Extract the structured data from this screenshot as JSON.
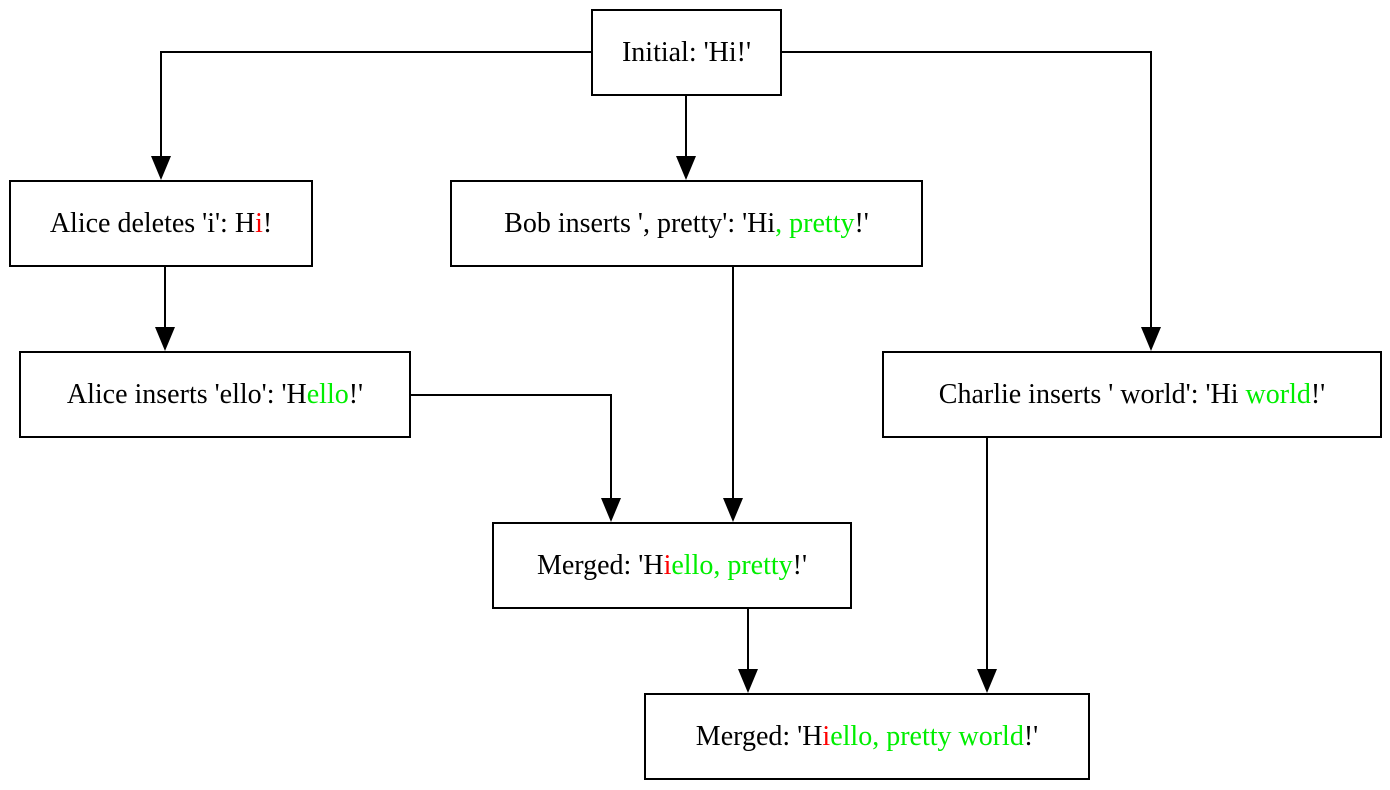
{
  "colors": {
    "border": "#000000",
    "text": "#000000",
    "deleted": "#ff0000",
    "inserted": "#00ee00",
    "background": "#ffffff"
  },
  "nodes": {
    "initial": {
      "segments": [
        {
          "text": "Initial: 'Hi!'",
          "style": "normal"
        }
      ]
    },
    "alice_delete": {
      "segments": [
        {
          "text": "Alice deletes 'i': H",
          "style": "normal"
        },
        {
          "text": "i",
          "style": "deleted"
        },
        {
          "text": "!",
          "style": "normal"
        }
      ]
    },
    "bob_insert": {
      "segments": [
        {
          "text": "Bob inserts ', pretty': 'Hi",
          "style": "normal"
        },
        {
          "text": ", pretty",
          "style": "inserted"
        },
        {
          "text": "!'",
          "style": "normal"
        }
      ]
    },
    "alice_insert": {
      "segments": [
        {
          "text": "Alice inserts 'ello': 'H",
          "style": "normal"
        },
        {
          "text": "ello",
          "style": "inserted"
        },
        {
          "text": "!'",
          "style": "normal"
        }
      ]
    },
    "charlie_insert": {
      "segments": [
        {
          "text": "Charlie inserts ' world': 'Hi ",
          "style": "normal"
        },
        {
          "text": "world",
          "style": "inserted"
        },
        {
          "text": "!'",
          "style": "normal"
        }
      ]
    },
    "merged_1": {
      "segments": [
        {
          "text": "Merged: 'H",
          "style": "normal"
        },
        {
          "text": "i",
          "style": "deleted"
        },
        {
          "text": "ello, pretty",
          "style": "inserted"
        },
        {
          "text": "!'",
          "style": "normal"
        }
      ]
    },
    "merged_2": {
      "segments": [
        {
          "text": "Merged: 'H",
          "style": "normal"
        },
        {
          "text": "i",
          "style": "deleted"
        },
        {
          "text": "ello, pretty world",
          "style": "inserted"
        },
        {
          "text": "!'",
          "style": "normal"
        }
      ]
    }
  },
  "edges": [
    {
      "from": "initial",
      "to": "alice_delete"
    },
    {
      "from": "initial",
      "to": "bob_insert"
    },
    {
      "from": "initial",
      "to": "charlie_insert"
    },
    {
      "from": "alice_delete",
      "to": "alice_insert"
    },
    {
      "from": "alice_insert",
      "to": "merged_1"
    },
    {
      "from": "bob_insert",
      "to": "merged_1"
    },
    {
      "from": "merged_1",
      "to": "merged_2"
    },
    {
      "from": "charlie_insert",
      "to": "merged_2"
    }
  ]
}
